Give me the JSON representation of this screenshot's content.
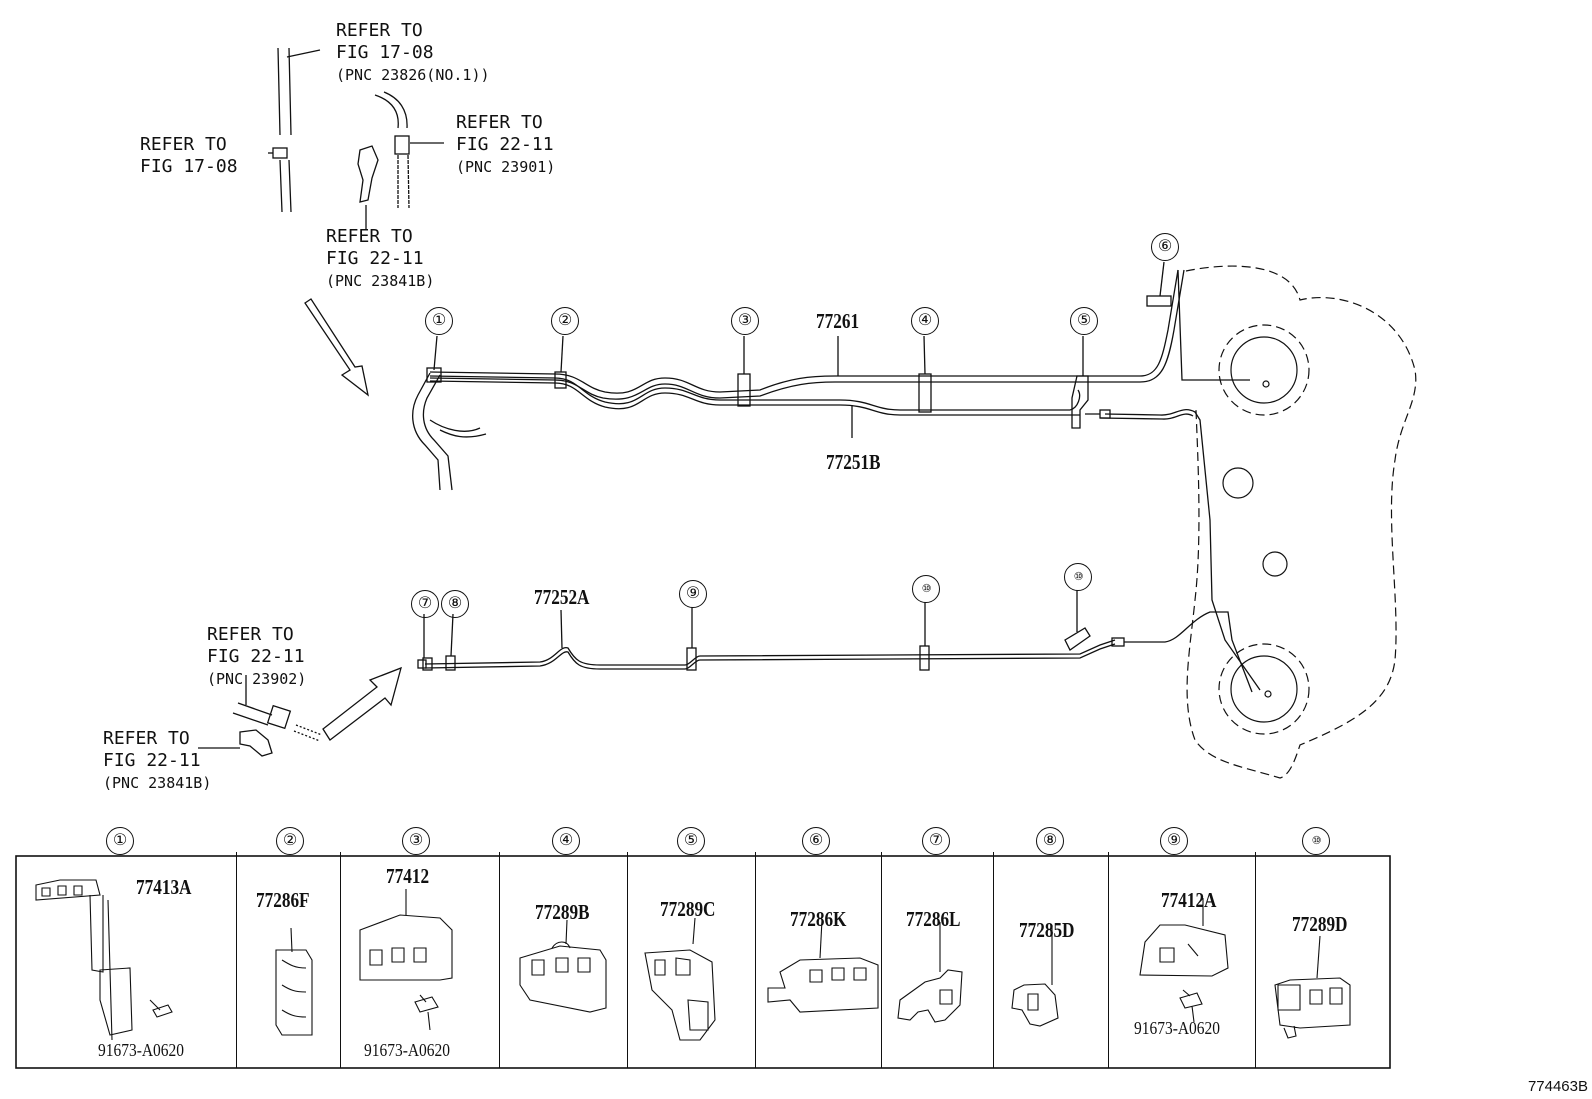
{
  "refs": {
    "top_fig1708_pnc": {
      "line1": "REFER TO",
      "line2": "FIG 17-08",
      "line3": "(PNC 23826(NO.1))"
    },
    "left_fig1708": {
      "line1": "REFER TO",
      "line2": "FIG 17-08"
    },
    "top_fig2211_23901": {
      "line1": "REFER TO",
      "line2": "FIG 22-11",
      "line3": "(PNC 23901)"
    },
    "top_fig2211_23841b": {
      "line1": "REFER TO",
      "line2": "FIG 22-11",
      "line3": "(PNC 23841B)"
    },
    "low_fig2211_23902": {
      "line1": "REFER TO",
      "line2": "FIG 22-11",
      "line3": "(PNC 23902)"
    },
    "low_fig2211_23841b": {
      "line1": "REFER TO",
      "line2": "FIG 22-11",
      "line3": "(PNC 23841B)"
    }
  },
  "pipes": {
    "p77261": "77261",
    "p77251b": "77251B",
    "p77252a": "77252A"
  },
  "callouts": [
    "①",
    "②",
    "③",
    "④",
    "⑤",
    "⑥",
    "⑦",
    "⑧",
    "⑨",
    "⑩"
  ],
  "legend": [
    {
      "num": "①",
      "parts": [
        "77413A",
        "91673-A0620"
      ]
    },
    {
      "num": "②",
      "parts": [
        "77286F"
      ]
    },
    {
      "num": "③",
      "parts": [
        "77412",
        "91673-A0620"
      ]
    },
    {
      "num": "④",
      "parts": [
        "77289B"
      ]
    },
    {
      "num": "⑤",
      "parts": [
        "77289C"
      ]
    },
    {
      "num": "⑥",
      "parts": [
        "77286K"
      ]
    },
    {
      "num": "⑦",
      "parts": [
        "77286L"
      ]
    },
    {
      "num": "⑧",
      "parts": [
        "77285D"
      ]
    },
    {
      "num": "⑨",
      "parts": [
        "77412A",
        "91673-A0620"
      ]
    },
    {
      "num": "⑩",
      "parts": [
        "77289D"
      ]
    }
  ],
  "diagram_id": "774463B"
}
